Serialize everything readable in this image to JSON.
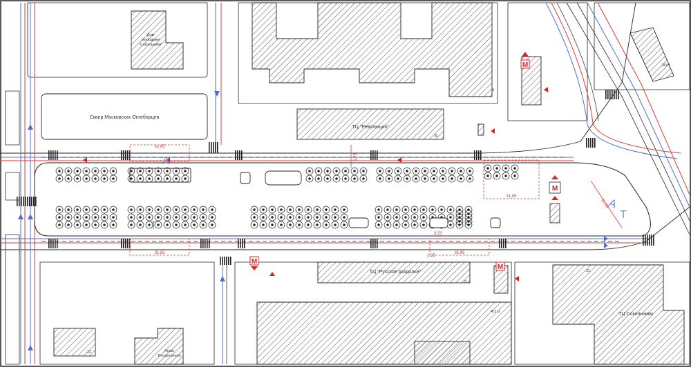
{
  "labels": {
    "dom_molodezhi_1": "Дом",
    "dom_molodezhi_2": "молодежи",
    "dom_molodezhi_3": "\"Сокольники\"",
    "skver": "Сквер Московских Огнеборцев",
    "tc_revolution": "ТЦ \"Революция\"",
    "tc_russky": "ТЦ \"Русское раздолье\"",
    "tc_sokolniki": "ТЦ Сокольники",
    "hram_1": "Храм",
    "hram_2": "Воскресения",
    "house_26": "26с1",
    "house_4": "4",
    "house_4a": "4с1-2",
    "house_31": "31",
    "house_9": "9",
    "house_22": "22",
    "house_3": "3с"
  },
  "dimensions": {
    "top_left": "31,85",
    "bottom_left": "31,85",
    "right_island": "31,85",
    "bottom_right": "31,95",
    "diag": "31,95",
    "small_1": "3,53",
    "small_2": "2,25",
    "vertical": "5,75"
  },
  "letters": {
    "a_left": "A",
    "t_left": "T",
    "a_right": "A",
    "t_right": "T"
  },
  "colors": {
    "hatch": "#444444",
    "road_blue": "#4a6fd0",
    "road_red": "#e03a3a",
    "metro": "#e02020",
    "text": "#333333"
  },
  "icons": {
    "metro": "metro-entrance-icon",
    "bus_stop": "bus-stop-icon"
  }
}
